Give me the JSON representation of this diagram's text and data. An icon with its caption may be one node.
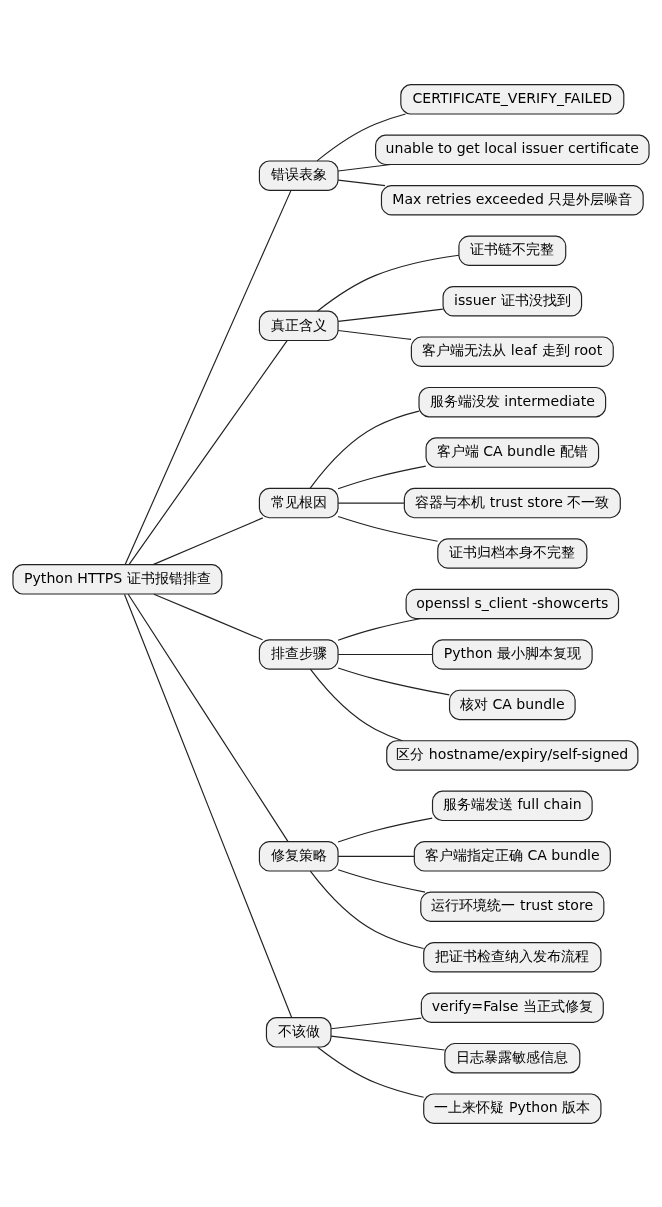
{
  "diagram": {
    "nodes": [
      {
        "text": [
          "Python HTTPS 证书报错排查"
        ]
      },
      {
        "text": [
          "错误表象"
        ]
      },
      {
        "text": [
          "CERTIFICATE_VERIFY_FAILED"
        ]
      },
      {
        "text": [
          "unable to get local issuer certificate"
        ]
      },
      {
        "text": [
          "Max retries exceeded 只是外层噪音"
        ]
      },
      {
        "text": [
          "真正含义"
        ]
      },
      {
        "text": [
          "证书链不完整"
        ]
      },
      {
        "text": [
          "issuer 证书没找到"
        ]
      },
      {
        "text": [
          "客户端无法从 leaf 走到 root"
        ]
      },
      {
        "text": [
          "常见根因"
        ]
      },
      {
        "text": [
          "服务端没发 intermediate"
        ]
      },
      {
        "text": [
          "客户端 CA bundle 配错"
        ]
      },
      {
        "text": [
          "容器与本机 trust store 不一致"
        ]
      },
      {
        "text": [
          "证书归档本身不完整"
        ]
      },
      {
        "text": [
          "排查步骤"
        ]
      },
      {
        "text": [
          "openssl s_client -showcerts"
        ]
      },
      {
        "text": [
          "Python 最小脚本复现"
        ]
      },
      {
        "text": [
          "核对 CA bundle"
        ]
      },
      {
        "text": [
          "区分 hostname/expiry/self-signed"
        ]
      },
      {
        "text": [
          "修复策略"
        ]
      },
      {
        "text": [
          "服务端发送 full chain"
        ]
      },
      {
        "text": [
          "客户端指定正确 CA bundle"
        ]
      },
      {
        "text": [
          "运行环境统一 trust store"
        ]
      },
      {
        "text": [
          "把证书检查纳入发布流程"
        ]
      },
      {
        "text": [
          "不该做"
        ]
      },
      {
        "text": [
          "verify=False 当正式修复"
        ]
      },
      {
        "text": [
          "日志暴露敏感信息"
        ]
      },
      {
        "text": [
          "一上来怀疑 Python 版本"
        ]
      }
    ],
    "edges": [
      {
        "from": 0,
        "to": 1,
        "arrow": "none"
      },
      {
        "from": 1,
        "to": 2,
        "arrow": "none"
      },
      {
        "from": 1,
        "to": 3,
        "arrow": "none"
      },
      {
        "from": 1,
        "to": 4,
        "arrow": "none"
      },
      {
        "from": 0,
        "to": 5,
        "arrow": "none"
      },
      {
        "from": 5,
        "to": 6,
        "arrow": "none"
      },
      {
        "from": 5,
        "to": 7,
        "arrow": "none"
      },
      {
        "from": 5,
        "to": 8,
        "arrow": "none"
      },
      {
        "from": 0,
        "to": 9,
        "arrow": "none"
      },
      {
        "from": 9,
        "to": 10,
        "arrow": "none"
      },
      {
        "from": 9,
        "to": 11,
        "arrow": "none"
      },
      {
        "from": 9,
        "to": 12,
        "arrow": "none"
      },
      {
        "from": 9,
        "to": 13,
        "arrow": "none"
      },
      {
        "from": 0,
        "to": 14,
        "arrow": "none"
      },
      {
        "from": 14,
        "to": 15,
        "arrow": "none"
      },
      {
        "from": 14,
        "to": 16,
        "arrow": "none"
      },
      {
        "from": 14,
        "to": 17,
        "arrow": "none"
      },
      {
        "from": 14,
        "to": 18,
        "arrow": "none"
      },
      {
        "from": 0,
        "to": 19,
        "arrow": "none"
      },
      {
        "from": 19,
        "to": 20,
        "arrow": "none"
      },
      {
        "from": 19,
        "to": 21,
        "arrow": "none"
      },
      {
        "from": 19,
        "to": 22,
        "arrow": "none"
      },
      {
        "from": 19,
        "to": 23,
        "arrow": "none"
      },
      {
        "from": 0,
        "to": 24,
        "arrow": "none"
      },
      {
        "from": 24,
        "to": 25,
        "arrow": "none"
      },
      {
        "from": 24,
        "to": 26,
        "arrow": "none"
      },
      {
        "from": 24,
        "to": 27,
        "arrow": "none"
      }
    ]
  }
}
